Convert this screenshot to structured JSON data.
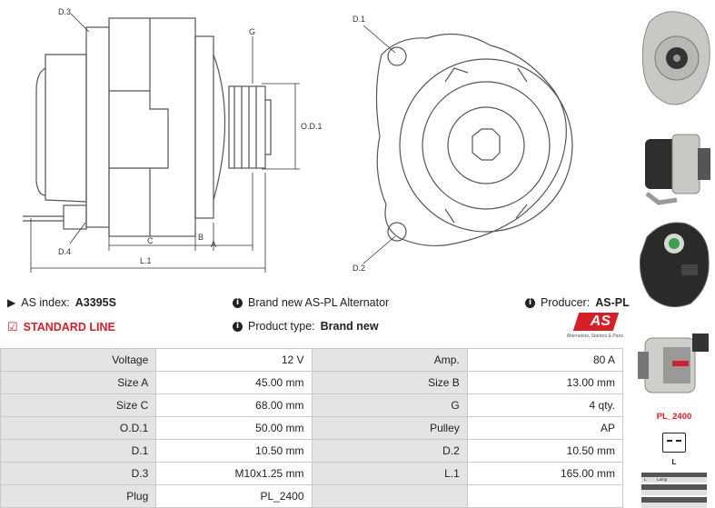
{
  "diagram_labels": {
    "d3": "D.3",
    "g": "G",
    "od1": "O.D.1",
    "d4": "D.4",
    "c": "C",
    "b": "B",
    "a": "A",
    "l1": "L.1",
    "d1": "D.1",
    "d2": "D.2"
  },
  "info": {
    "as_index_label": "AS index:",
    "as_index_value": "A3395S",
    "description": "Brand new AS-PL Alternator",
    "producer_label": "Producer:",
    "producer_value": "AS-PL",
    "standard_line": "STANDARD LINE",
    "product_type_label": "Product type:",
    "product_type_value": "Brand new"
  },
  "logo": {
    "text": "AS",
    "tagline": "Alternators, Starters & Parts"
  },
  "specs": [
    {
      "l1": "Voltage",
      "v1": "12 V",
      "l2": "Amp.",
      "v2": "80 A"
    },
    {
      "l1": "Size A",
      "v1": "45.00 mm",
      "l2": "Size B",
      "v2": "13.00 mm"
    },
    {
      "l1": "Size C",
      "v1": "68.00 mm",
      "l2": "G",
      "v2": "4 qty."
    },
    {
      "l1": "O.D.1",
      "v1": "50.00 mm",
      "l2": "Pulley",
      "v2": "AP"
    },
    {
      "l1": "D.1",
      "v1": "10.50 mm",
      "l2": "D.2",
      "v2": "10.50 mm"
    },
    {
      "l1": "D.3",
      "v1": "M10x1.25 mm",
      "l2": "L.1",
      "v2": "165.00 mm"
    },
    {
      "l1": "Plug",
      "v1": "PL_2400",
      "l2": "",
      "v2": ""
    }
  ],
  "plug": {
    "name": "PL_2400",
    "pin": "L",
    "table_row": [
      "L",
      "Lamp"
    ]
  },
  "colors": {
    "brand_red": "#d5202a",
    "label_cell": "#e4e4e4",
    "border": "#c9c9c9"
  }
}
